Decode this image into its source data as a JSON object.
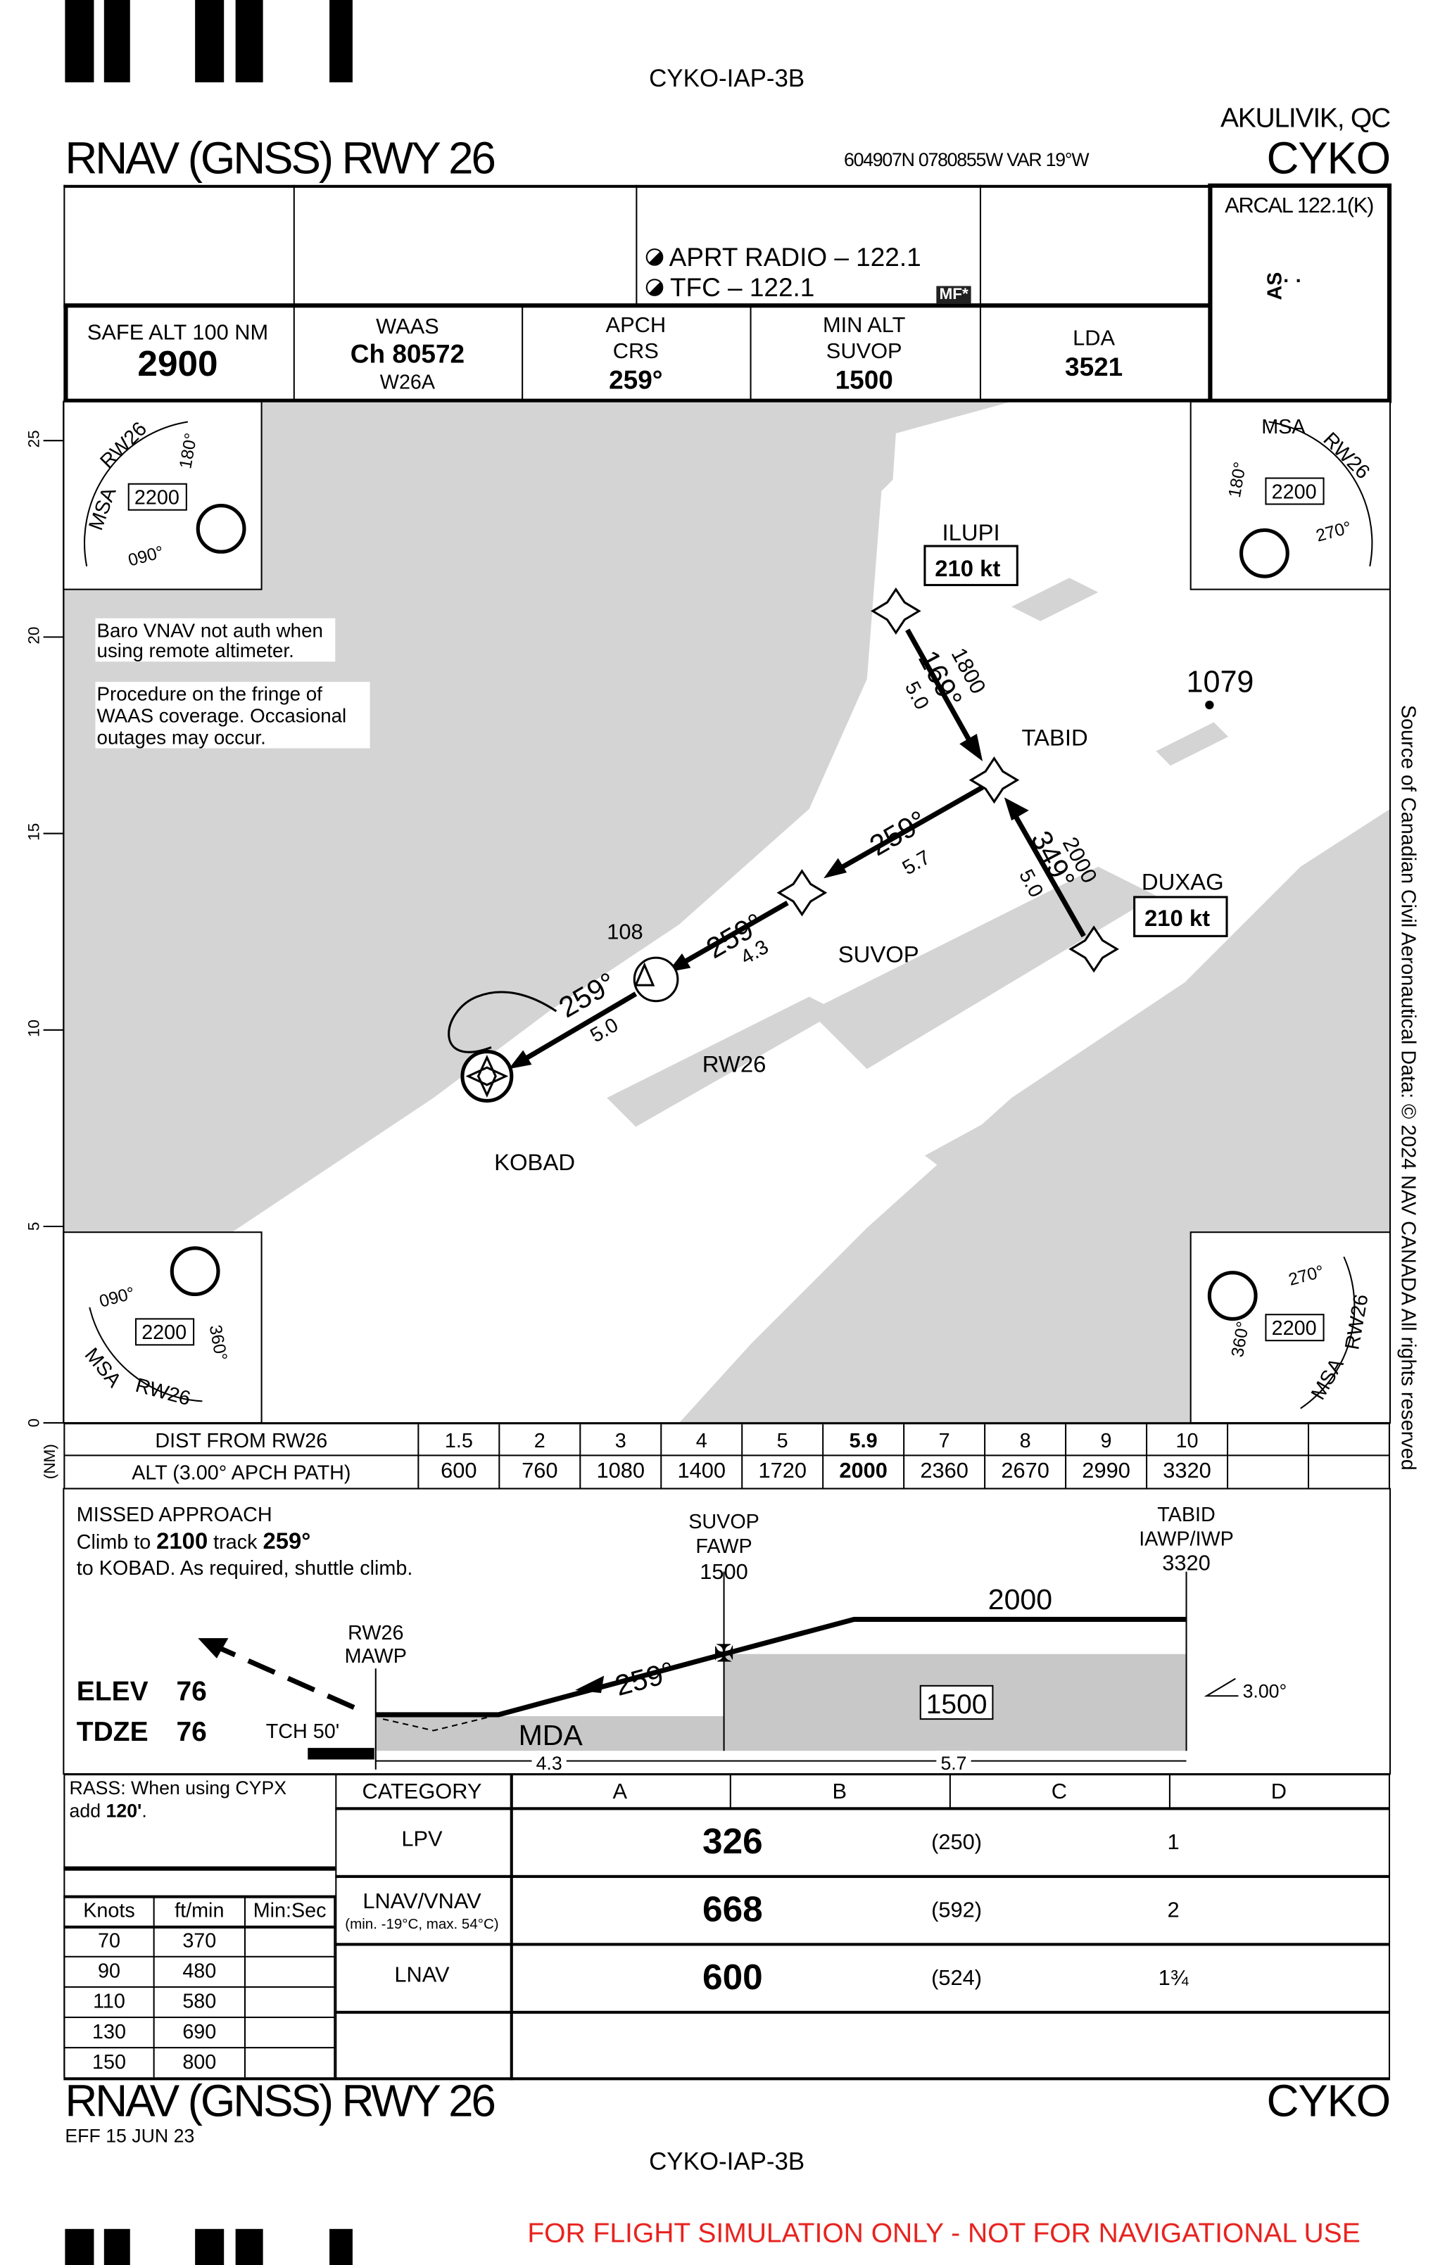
{
  "chart_id": "CYKO-IAP-3B",
  "header": {
    "title": "RNAV (GNSS) RWY 26",
    "location": "AKULIVIK, QC",
    "airport": "CYKO",
    "coords": "604907N  0780855W  VAR 19°W"
  },
  "briefing": {
    "comm": [
      "APRT RADIO – 122.1",
      "TFC – 122.1"
    ],
    "mf_badge": "MF*",
    "arcal": "ARCAL 122.1(K)",
    "lighting_symbol": "AS",
    "safe_alt": {
      "label": "SAFE ALT 100 NM",
      "value": "2900"
    },
    "waas": {
      "label": "WAAS",
      "channel": "Ch 80572",
      "id": "W26A"
    },
    "apch_crs": {
      "label1": "APCH",
      "label2": "CRS",
      "value": "259°"
    },
    "min_alt": {
      "label1": "MIN ALT",
      "label2": "SUVOP",
      "value": "1500"
    },
    "lda": {
      "label": "LDA",
      "value": "3521"
    }
  },
  "plan": {
    "scale_labels": [
      "25",
      "20",
      "15",
      "10",
      "5",
      "0",
      "(NM)"
    ],
    "notes": [
      "Baro VNAV not auth when",
      "using remote altimeter.",
      "Procedure on the fringe of",
      "WAAS coverage. Occasional",
      "outages may occur."
    ],
    "waypoints": {
      "ilupi": "ILUPI",
      "tabid": "TABID",
      "duxag": "DUXAG",
      "suvop": "SUVOP",
      "rw26": "RW26",
      "kobad": "KOBAD"
    },
    "speed_limits": {
      "ilupi": "210 kt",
      "duxag": "210 kt"
    },
    "legs": {
      "ilupi_alt": "1800",
      "ilupi_crs": "169°",
      "ilupi_dist": "5.0",
      "duxag_alt": "2000",
      "duxag_crs": "349°",
      "duxag_dist": "5.0",
      "tabid_crs": "259°",
      "tabid_dist": "5.7",
      "suvop_crs": "259°",
      "suvop_dist": "4.3",
      "rw26_crs": "259°",
      "rw26_dist": "5.0"
    },
    "obstacles": {
      "spot": "1079",
      "obstacle": "108"
    },
    "msa": {
      "label": "MSA",
      "ref": "RW26",
      "alt": "2200",
      "b180": "180°",
      "b090": "090°",
      "b270": "270°",
      "b360": "360°"
    }
  },
  "profile_table": {
    "dist_label": "DIST FROM RW26",
    "alt_label": "ALT (3.00° APCH PATH)",
    "dist": [
      "1.5",
      "2",
      "3",
      "4",
      "5",
      "5.9",
      "7",
      "8",
      "9",
      "10",
      "",
      ""
    ],
    "alt": [
      "600",
      "760",
      "1080",
      "1400",
      "1720",
      "2000",
      "2360",
      "2670",
      "2990",
      "3320",
      "",
      ""
    ]
  },
  "profile": {
    "missed_title": "MISSED APPROACH",
    "missed_l2a": "Climb to ",
    "missed_l2b": "2100",
    "missed_l2c": " track ",
    "missed_l2d": "259°",
    "missed_l3": "to KOBAD. As required, shuttle climb.",
    "suvop": [
      "SUVOP",
      "FAWP",
      "1500"
    ],
    "tabid": [
      "TABID",
      "IAWP/IWP",
      "3320"
    ],
    "rw26": [
      "RW26",
      "MAWP"
    ],
    "alt2000": "2000",
    "alt1500": "1500",
    "mda": "MDA",
    "crs": "259°",
    "elev_label": "ELEV",
    "elev": "76",
    "tdze_label": "TDZE",
    "tdze": "76",
    "tch": "TCH 50'",
    "dist1": "4.3",
    "dist2": "5.7",
    "slope": "3.00°"
  },
  "minimums": {
    "rass_a": "RASS: When using CYPX",
    "rass_b": "add ",
    "rass_c": "120'",
    "rass_d": ".",
    "headers": [
      "CATEGORY",
      "A",
      "B",
      "C",
      "D"
    ],
    "rows": [
      {
        "name": "LPV",
        "sub": "",
        "da": "326",
        "hat": "(250)",
        "vis": "1"
      },
      {
        "name": "LNAV/VNAV",
        "sub": "(min. -19°C, max. 54°C)",
        "da": "668",
        "hat": "(592)",
        "vis": "2"
      },
      {
        "name": "LNAV",
        "sub": "",
        "da": "600",
        "hat": "(524)",
        "vis": "1¾"
      }
    ],
    "descent_headers": [
      "Knots",
      "ft/min",
      "Min:Sec"
    ],
    "descent": [
      [
        "70",
        "370",
        ""
      ],
      [
        "90",
        "480",
        ""
      ],
      [
        "110",
        "580",
        ""
      ],
      [
        "130",
        "690",
        ""
      ],
      [
        "150",
        "800",
        ""
      ]
    ]
  },
  "footer": {
    "title": "RNAV (GNSS) RWY 26",
    "airport": "CYKO",
    "eff": "EFF 15 JUN 23",
    "chart_id": "CYKO-IAP-3B",
    "disclaimer": "FOR FLIGHT SIMULATION ONLY - NOT FOR NAVIGATIONAL USE",
    "disclaimer_color": "#e8231f"
  },
  "side_note": "Source of Canadian Civil Aeronautical Data: © 2024 NAV CANADA All rights reserved"
}
